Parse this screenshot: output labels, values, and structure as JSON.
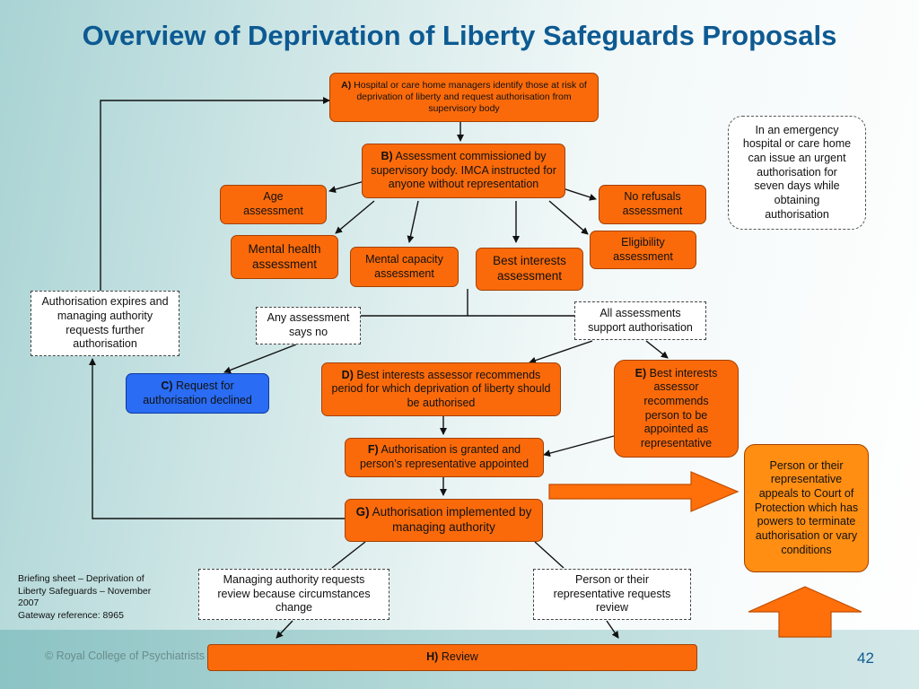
{
  "title": "Overview of Deprivation of Liberty Safeguards Proposals",
  "boxes": {
    "a": {
      "label": "A)",
      "text": "Hospital or care home managers identify those at risk of deprivation of liberty and request authorisation from supervisory body"
    },
    "b": {
      "label": "B)",
      "text": "Assessment commissioned by supervisory body. IMCA instructed for anyone without representation"
    },
    "age": "Age assessment",
    "no_refusals": "No refusals assessment",
    "mental_health": "Mental health assessment",
    "mental_capacity": "Mental capacity assessment",
    "best_interests": "Best interests assessment",
    "eligibility": "Eligibility assessment",
    "emergency": "In an emergency hospital or care home can issue an urgent authorisation for seven days while obtaining authorisation",
    "auth_expires": "Authorisation expires and managing authority requests further authorisation",
    "any_no": "Any assessment says no",
    "all_support": "All assessments support authorisation",
    "c": {
      "label": "C)",
      "text": "Request for authorisation declined"
    },
    "d": {
      "label": "D)",
      "text": "Best interests assessor recommends period for which deprivation of liberty should be authorised"
    },
    "e": {
      "label": "E)",
      "text": "Best interests assessor recommends person to be appointed as representative"
    },
    "f": {
      "label": "F)",
      "text": "Authorisation is granted and person’s representative appointed"
    },
    "g": {
      "label": "G)",
      "text": "Authorisation implemented by managing authority"
    },
    "court": "Person or their representative appeals to Court of Protection which has powers to terminate authorisation or vary conditions",
    "review_change": "Managing authority requests review because circumstances change",
    "review_person": "Person or their representative requests review",
    "h": {
      "label": "H)",
      "text": "Review"
    }
  },
  "briefing": {
    "line1": "Briefing sheet – Deprivation of",
    "line2": "Liberty Safeguards – November",
    "line3": "2007",
    "line4": "Gateway reference: 8965"
  },
  "footer": {
    "copyright": "© Royal College of Psychiatrists",
    "page_number": "42"
  }
}
